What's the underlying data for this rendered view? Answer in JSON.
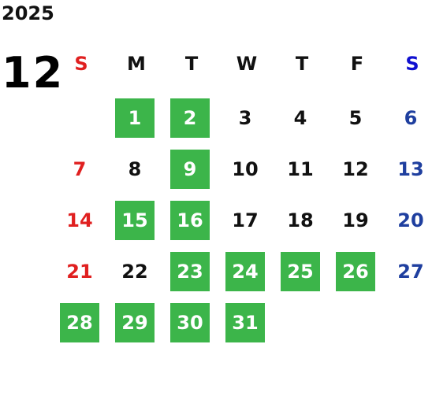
{
  "year": "2025",
  "month": "12",
  "weekdays": [
    "S",
    "M",
    "T",
    "W",
    "T",
    "F",
    "S"
  ],
  "weekday_colors": [
    "#e02020",
    "#111111",
    "#111111",
    "#111111",
    "#111111",
    "#111111",
    "#1010d0"
  ],
  "day_colors": {
    "sunday": "#e02020",
    "weekday": "#111111",
    "saturday": "#1f3f9f",
    "highlight_bg": "#3cb54a",
    "highlight_text": "#ffffff"
  },
  "first_weekday": 1,
  "days_in_month": 31,
  "highlighted_days": [
    1,
    2,
    9,
    15,
    16,
    23,
    24,
    25,
    26,
    28,
    29,
    30,
    31
  ]
}
